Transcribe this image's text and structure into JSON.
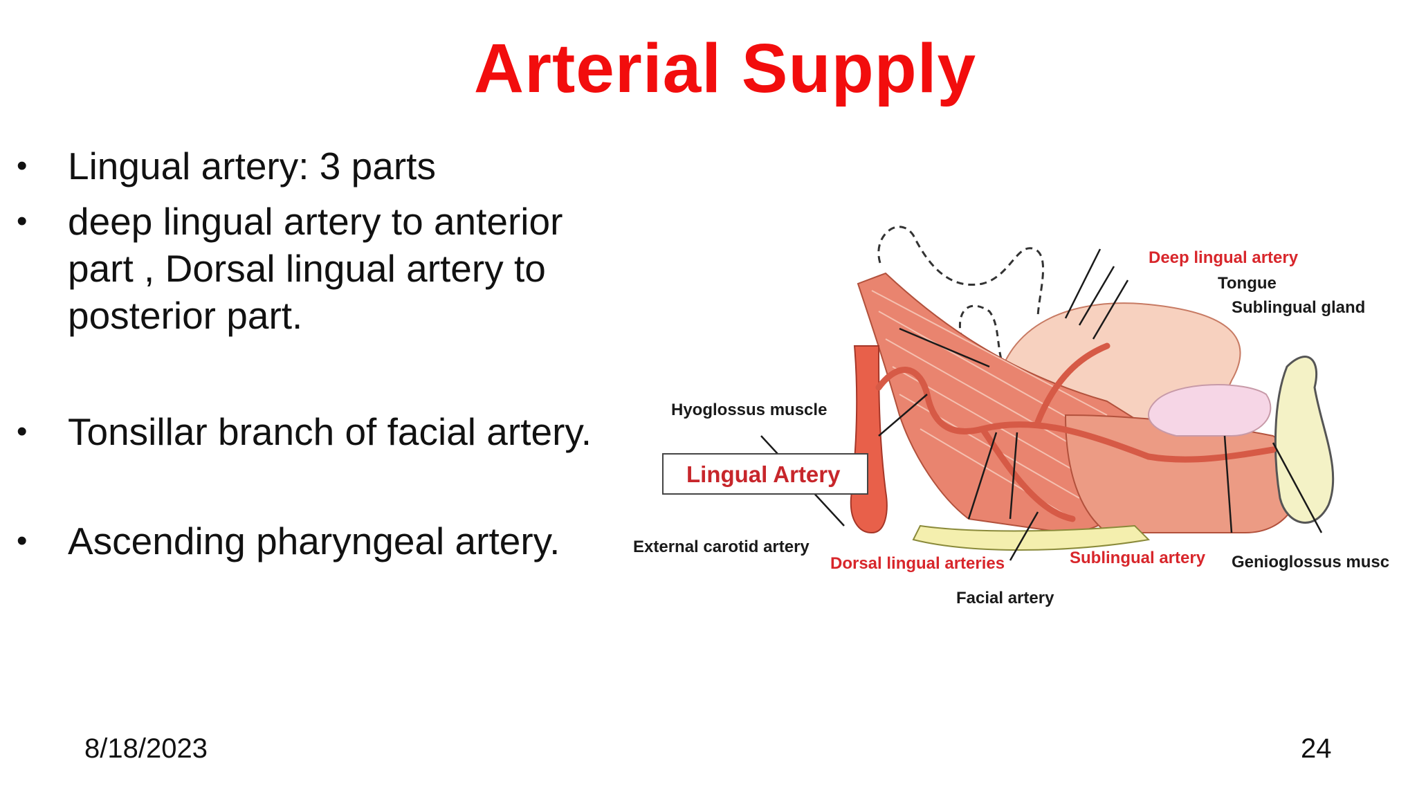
{
  "slide": {
    "title": "Arterial Supply",
    "bullets": [
      "Lingual artery: 3 parts",
      "deep lingual artery to anterior part , Dorsal lingual artery to posterior part.",
      "Tonsillar branch of facial artery.",
      "Ascending pharyngeal artery."
    ],
    "bullet_glyph": "•",
    "footer": {
      "date": "8/18/2023",
      "page": "24"
    }
  },
  "figure": {
    "labels": {
      "deep_lingual": "Deep lingual artery",
      "tongue": "Tongue",
      "sublingual_gland": "Sublingual gland",
      "hyoglossus": "Hyoglossus muscle",
      "lingual_artery": "Lingual Artery",
      "external_carotid": "External carotid artery",
      "dorsal_lingual": "Dorsal lingual arteries",
      "sublingual_artery": "Sublingual artery",
      "genioglossus": "Genioglossus musc",
      "facial_artery": "Facial artery"
    },
    "colors": {
      "red_label": "#d8262b",
      "black_label": "#1a1a1a",
      "muscle": "#e9846f",
      "tongue": "#f7d1bf",
      "gland": "#f6d6e6",
      "bone": "#f4f2c6"
    }
  }
}
